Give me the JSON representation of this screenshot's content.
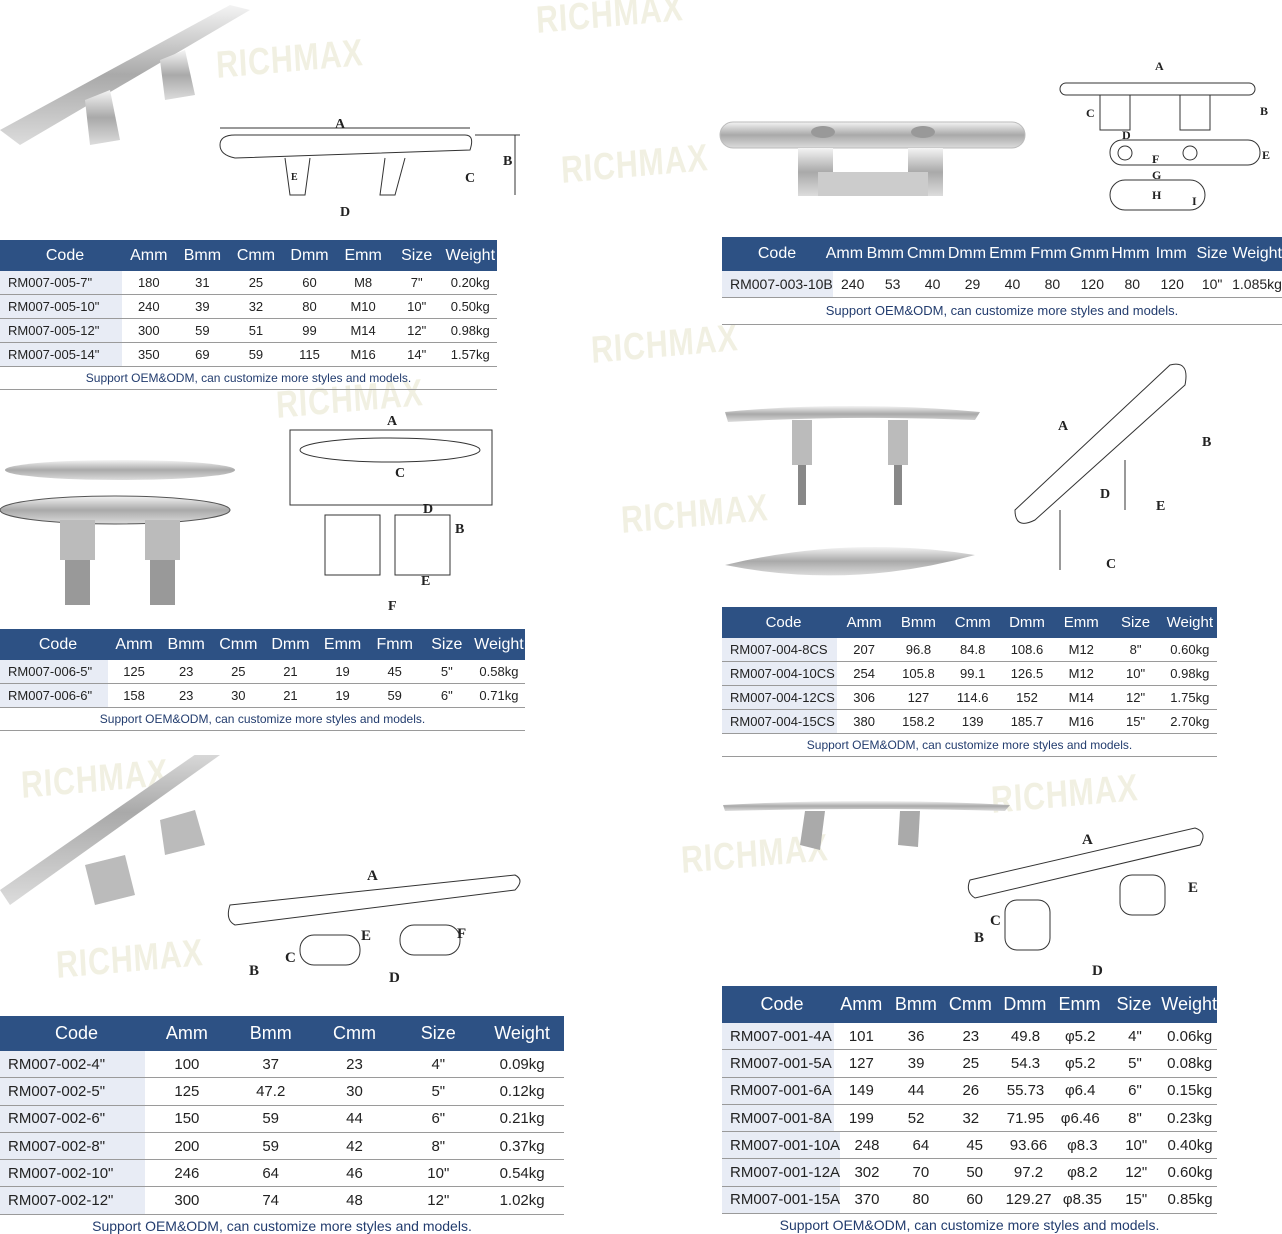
{
  "watermark": "RICHMAX",
  "note": "Support OEM&ODM, can customize more styles and models.",
  "tables": [
    {
      "id": "t1",
      "headers": [
        "Code",
        "Amm",
        "Bmm",
        "Cmm",
        "Dmm",
        "Emm",
        "Size",
        "Weight"
      ],
      "rows": [
        [
          "RM007-005-7\"",
          "180",
          "31",
          "25",
          "60",
          "M8",
          "7\"",
          "0.20kg"
        ],
        [
          "RM007-005-10\"",
          "240",
          "39",
          "32",
          "80",
          "M10",
          "10\"",
          "0.50kg"
        ],
        [
          "RM007-005-12\"",
          "300",
          "59",
          "51",
          "99",
          "M14",
          "12\"",
          "0.98kg"
        ],
        [
          "RM007-005-14\"",
          "350",
          "69",
          "59",
          "115",
          "M16",
          "14\"",
          "1.57kg"
        ]
      ],
      "diagram_labels": [
        "A",
        "B",
        "C",
        "D",
        "E"
      ]
    },
    {
      "id": "t2",
      "headers": [
        "Code",
        "Amm",
        "Bmm",
        "Cmm",
        "Dmm",
        "Emm",
        "Fmm",
        "Gmm",
        "Hmm",
        "Imm",
        "Size",
        "Weight"
      ],
      "rows": [
        [
          "RM007-003-10B",
          "240",
          "53",
          "40",
          "29",
          "40",
          "80",
          "120",
          "80",
          "120",
          "10\"",
          "1.085kg"
        ]
      ],
      "diagram_labels": [
        "A",
        "B",
        "C",
        "D",
        "E",
        "F",
        "G",
        "H",
        "I"
      ]
    },
    {
      "id": "t3",
      "headers": [
        "Code",
        "Amm",
        "Bmm",
        "Cmm",
        "Dmm",
        "Emm",
        "Fmm",
        "Size",
        "Weight"
      ],
      "rows": [
        [
          "RM007-006-5\"",
          "125",
          "23",
          "25",
          "21",
          "19",
          "45",
          "5\"",
          "0.58kg"
        ],
        [
          "RM007-006-6\"",
          "158",
          "23",
          "30",
          "21",
          "19",
          "59",
          "6\"",
          "0.71kg"
        ]
      ],
      "diagram_labels": [
        "A",
        "B",
        "C",
        "D",
        "E",
        "F"
      ]
    },
    {
      "id": "t4",
      "headers": [
        "Code",
        "Amm",
        "Bmm",
        "Cmm",
        "Dmm",
        "Emm",
        "Size",
        "Weight"
      ],
      "rows": [
        [
          "RM007-004-8CS",
          "207",
          "96.8",
          "84.8",
          "108.6",
          "M12",
          "8\"",
          "0.60kg"
        ],
        [
          "RM007-004-10CS",
          "254",
          "105.8",
          "99.1",
          "126.5",
          "M12",
          "10\"",
          "0.98kg"
        ],
        [
          "RM007-004-12CS",
          "306",
          "127",
          "114.6",
          "152",
          "M14",
          "12\"",
          "1.75kg"
        ],
        [
          "RM007-004-15CS",
          "380",
          "158.2",
          "139",
          "185.7",
          "M16",
          "15\"",
          "2.70kg"
        ]
      ],
      "diagram_labels": [
        "A",
        "B",
        "C",
        "D",
        "E"
      ]
    },
    {
      "id": "t5",
      "headers": [
        "Code",
        "Amm",
        "Bmm",
        "Cmm",
        "Size",
        "Weight"
      ],
      "rows": [
        [
          "RM007-002-4\"",
          "100",
          "37",
          "23",
          "4\"",
          "0.09kg"
        ],
        [
          "RM007-002-5\"",
          "125",
          "47.2",
          "30",
          "5\"",
          "0.12kg"
        ],
        [
          "RM007-002-6\"",
          "150",
          "59",
          "44",
          "6\"",
          "0.21kg"
        ],
        [
          "RM007-002-8\"",
          "200",
          "59",
          "42",
          "8\"",
          "0.37kg"
        ],
        [
          "RM007-002-10\"",
          "246",
          "64",
          "46",
          "10\"",
          "0.54kg"
        ],
        [
          "RM007-002-12\"",
          "300",
          "74",
          "48",
          "12\"",
          "1.02kg"
        ]
      ],
      "diagram_labels": [
        "A",
        "B",
        "C",
        "D",
        "E",
        "F"
      ]
    },
    {
      "id": "t6",
      "headers": [
        "Code",
        "Amm",
        "Bmm",
        "Cmm",
        "Dmm",
        "Emm",
        "Size",
        "Weight"
      ],
      "rows": [
        [
          "RM007-001-4A",
          "101",
          "36",
          "23",
          "49.8",
          "φ5.2",
          "4\"",
          "0.06kg"
        ],
        [
          "RM007-001-5A",
          "127",
          "39",
          "25",
          "54.3",
          "φ5.2",
          "5\"",
          "0.08kg"
        ],
        [
          "RM007-001-6A",
          "149",
          "44",
          "26",
          "55.73",
          "φ6.4",
          "6\"",
          "0.15kg"
        ],
        [
          "RM007-001-8A",
          "199",
          "52",
          "32",
          "71.95",
          "φ6.46",
          "8\"",
          "0.23kg"
        ],
        [
          "RM007-001-10A",
          "248",
          "64",
          "45",
          "93.66",
          "φ8.3",
          "10\"",
          "0.40kg"
        ],
        [
          "RM007-001-12A",
          "302",
          "70",
          "50",
          "97.2",
          "φ8.2",
          "12\"",
          "0.60kg"
        ],
        [
          "RM007-001-15A",
          "370",
          "80",
          "60",
          "129.27",
          "φ8.35",
          "15\"",
          "0.85kg"
        ]
      ],
      "diagram_labels": [
        "A",
        "B",
        "C",
        "D",
        "E"
      ]
    }
  ]
}
